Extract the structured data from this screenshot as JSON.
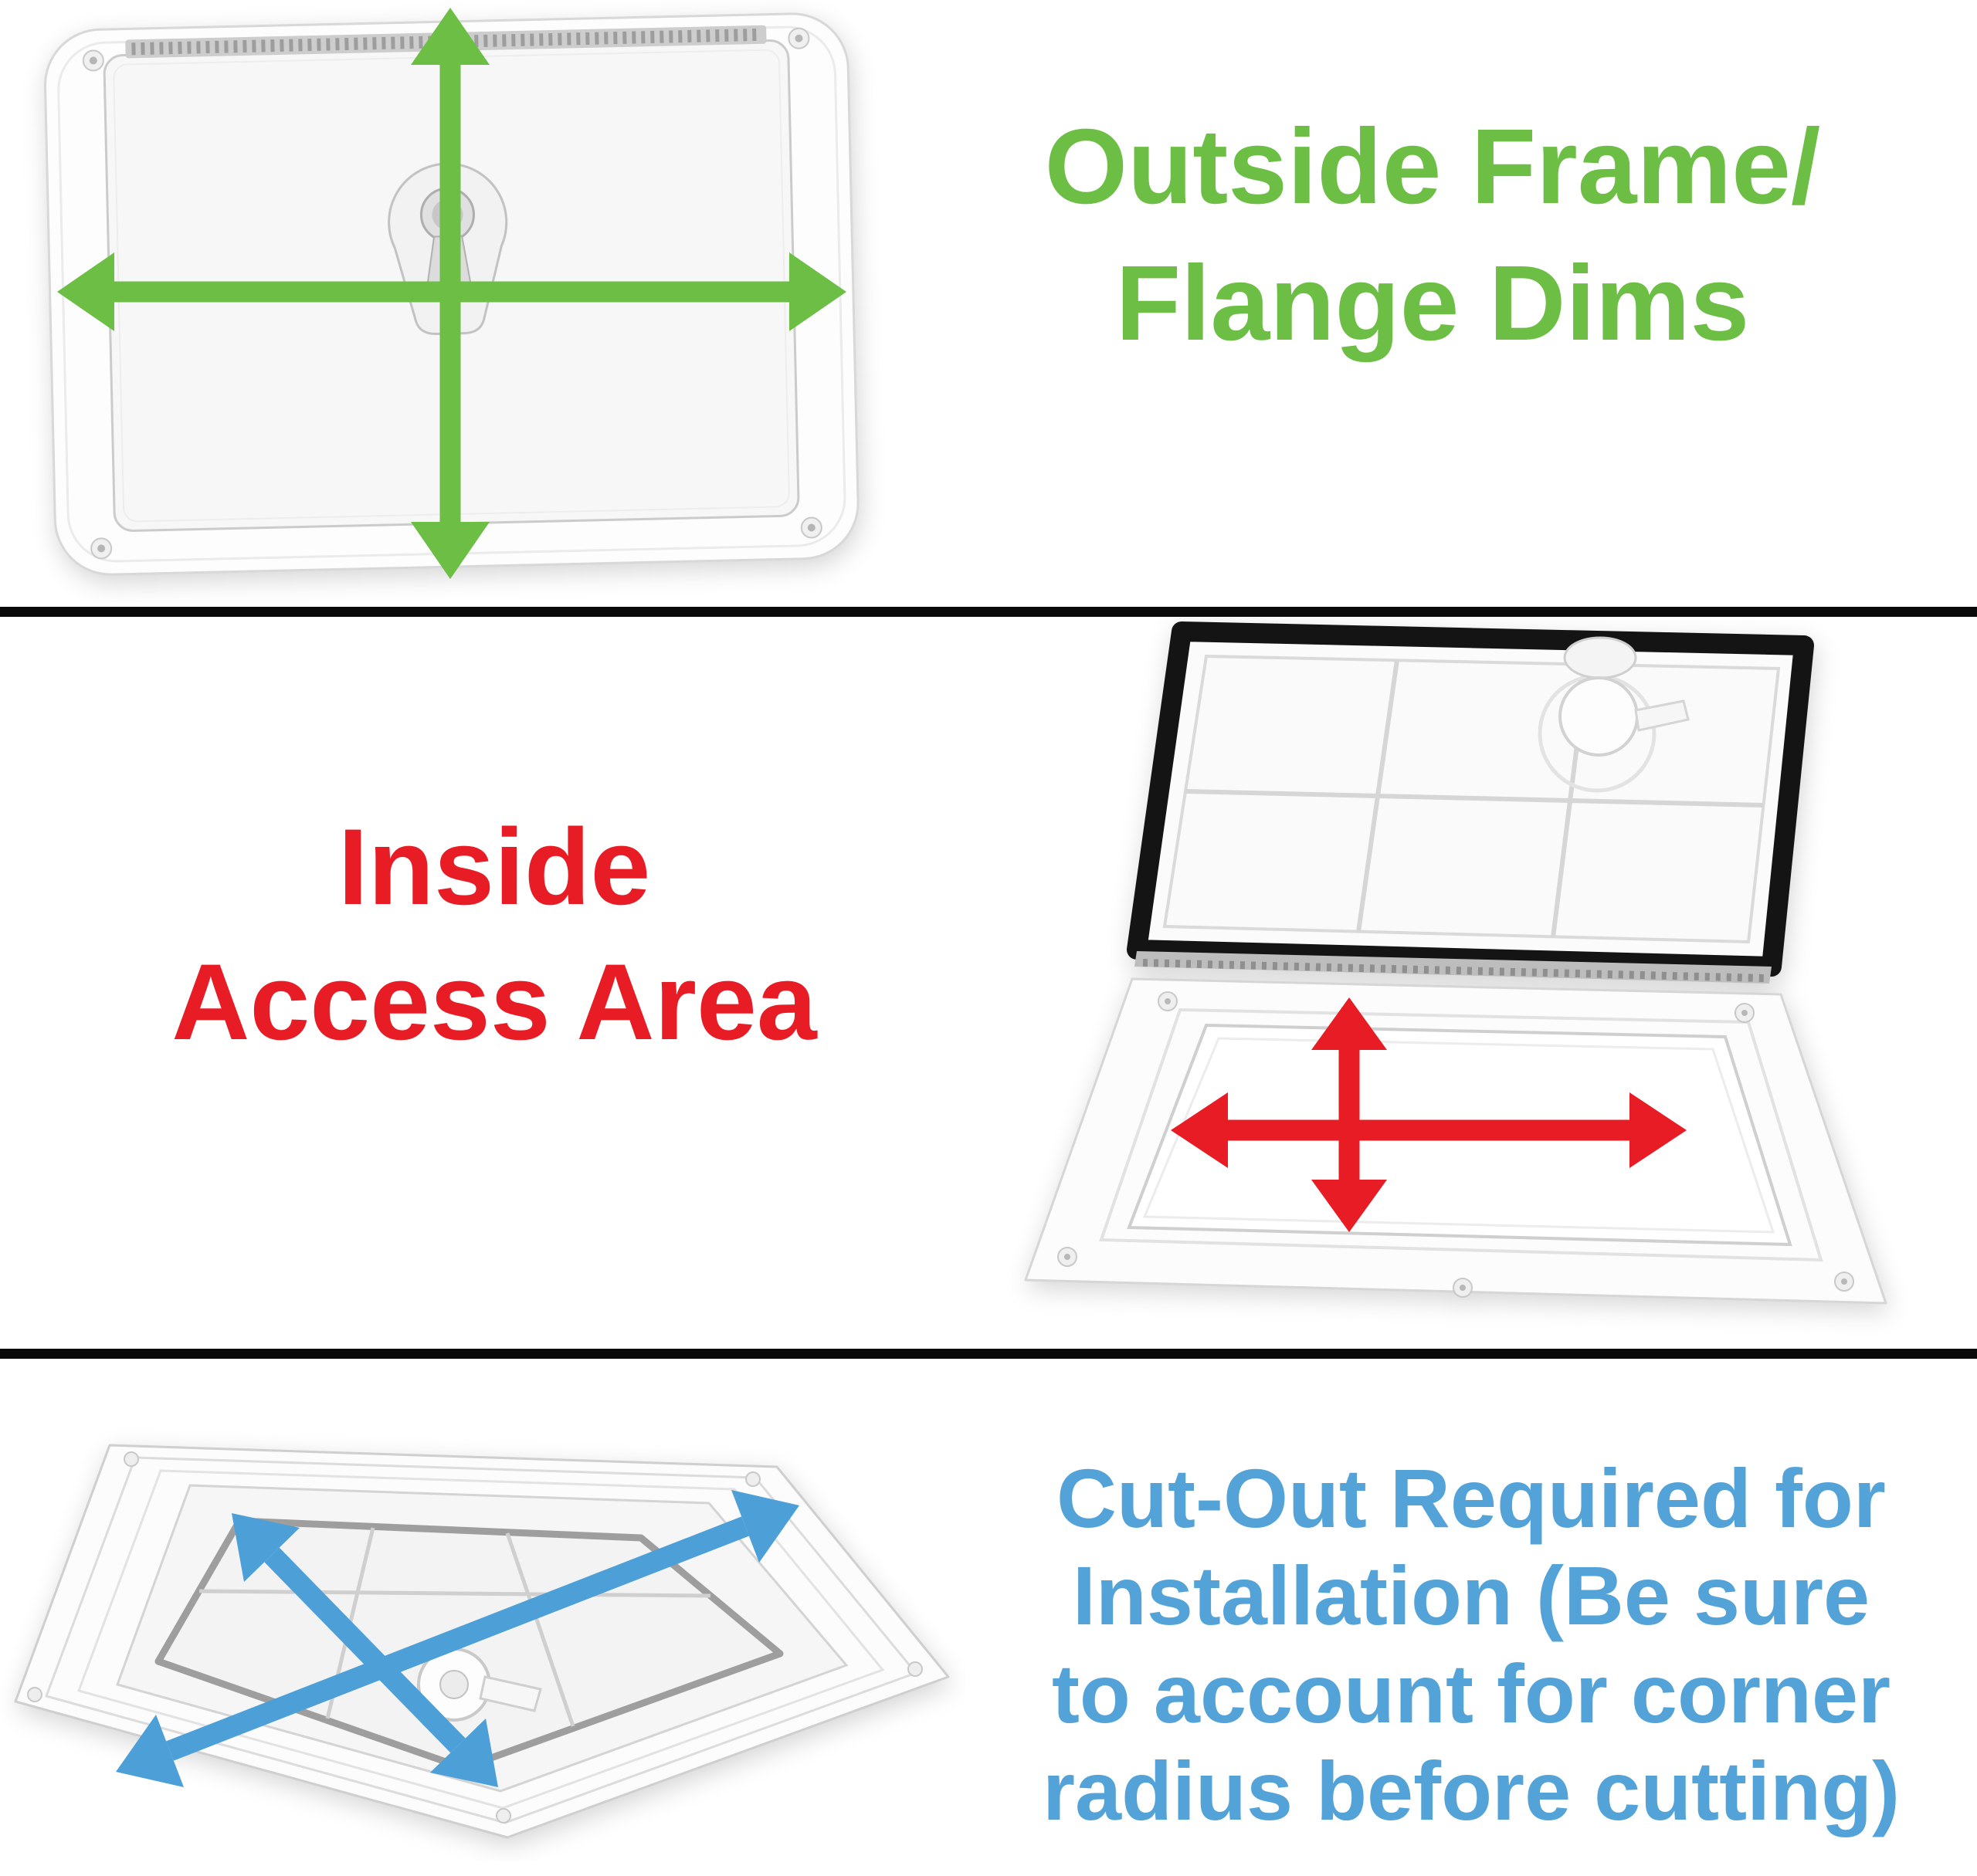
{
  "background": "#ffffff",
  "divider_color": "#0a0a0a",
  "sections": [
    {
      "name": "outside-frame-dims",
      "label_lines": [
        "Outside Frame/",
        "Flange Dims"
      ],
      "label_color": "#6cbe45",
      "arrow_color": "#6cbe45",
      "photo_description": "closed white access hatch, top view, with height and width dimension arrows"
    },
    {
      "name": "inside-access-area",
      "label_lines": [
        "Inside",
        "Access Area"
      ],
      "label_color": "#e81c24",
      "arrow_color": "#e81c24",
      "photo_description": "open access hatch showing inner frame opening with dimension arrows"
    },
    {
      "name": "cutout-required",
      "label_lines": [
        "Cut-Out Required for",
        "Installation (Be sure",
        "to account for corner",
        "radius before cutting)"
      ],
      "label_color": "#54a3d8",
      "arrow_color": "#4d9fd8",
      "photo_description": "underside angled view of hatch showing cut-out dimension arrows"
    }
  ]
}
